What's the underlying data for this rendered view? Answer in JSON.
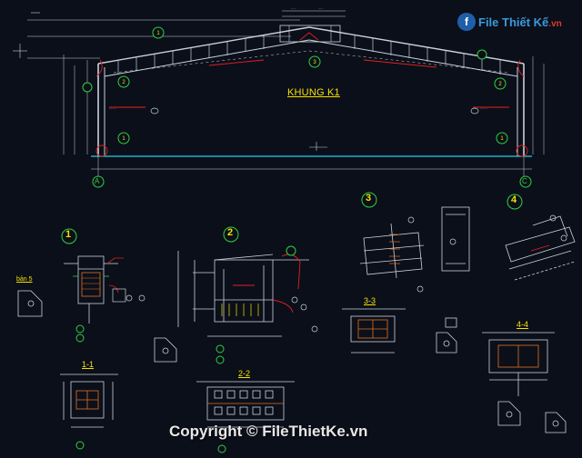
{
  "logo": {
    "text": "File Thiết Kế",
    "suffix": ".vn",
    "mark": "f"
  },
  "drawing": {
    "main_title": "KHUNG K1",
    "axis_left": "A",
    "axis_right": "C",
    "sections": [
      "1-1",
      "2-2",
      "3-3",
      "4-4"
    ],
    "detail_numbers": [
      "1",
      "2",
      "3",
      "4"
    ],
    "detail_label": "bản 5"
  },
  "watermark": "Copyright © FileThietKe.vn",
  "colors": {
    "background": "#0b0f1a",
    "line": "#c8d2dc",
    "accent_red": "#e02020",
    "accent_yellow": "#f5e100",
    "accent_cyan": "#20d0e0",
    "accent_green": "#30d040"
  }
}
